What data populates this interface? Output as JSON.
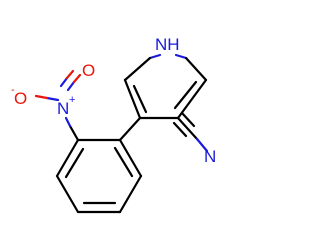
{
  "molecule": {
    "atoms": {
      "pyrrole_nh": "NH",
      "nitro_n": "N",
      "nitro_n_charge": "+",
      "nitro_o_single": "O",
      "nitro_o_single_charge": "-",
      "nitro_o_double": "O",
      "nitrile_n": "N"
    },
    "colors": {
      "bond": "#000000",
      "nitrogen": "#1a1adc",
      "oxygen": "#e8160c",
      "background": "#ffffff"
    }
  }
}
